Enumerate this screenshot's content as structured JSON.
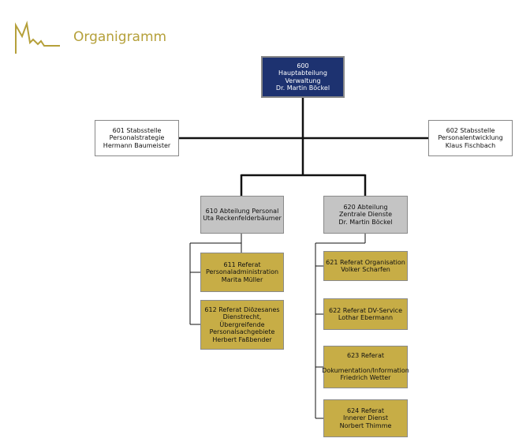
{
  "header": {
    "title": "Organigramm",
    "logo_icon": "cathedral-outline-logo",
    "accent_color": "#b5a03a"
  },
  "colors": {
    "management": "#1d3270",
    "staff_unit": "#ffffff",
    "department": "#c4c4c4",
    "section": "#c7ad46"
  },
  "units": {
    "u600": [
      "600",
      "Hauptabteilung",
      "Verwaltung",
      "Dr. Martin Böckel"
    ],
    "u601": [
      "601 Stabsstelle",
      "Personalstrategie",
      "Hermann Baumeister"
    ],
    "u602": [
      "602 Stabsstelle",
      "Personalentwicklung",
      "Klaus Fischbach"
    ],
    "u610": [
      "610 Abteilung Personal",
      "Uta Reckenfelderbäumer"
    ],
    "u620": [
      "620 Abteilung",
      "Zentrale Dienste",
      "Dr. Martin Böckel"
    ],
    "u611": [
      "611 Referat",
      "Personaladministration",
      "Marita Müller"
    ],
    "u612": [
      "612 Referat Diözesanes",
      "Dienstrecht,",
      "Übergreifende",
      "Personalsachgebiete",
      "Herbert Faßbender"
    ],
    "u621": [
      "621 Referat Organisation",
      "Volker Scharfen"
    ],
    "u622": [
      "622 Referat DV-Service",
      "Lothar Ebermann"
    ],
    "u623": [
      "623 Referat",
      "",
      "Dokumentation/Information",
      "Friedrich Wetter"
    ],
    "u624": [
      "624 Referat",
      "Innerer Dienst",
      "Norbert Thimme"
    ]
  }
}
